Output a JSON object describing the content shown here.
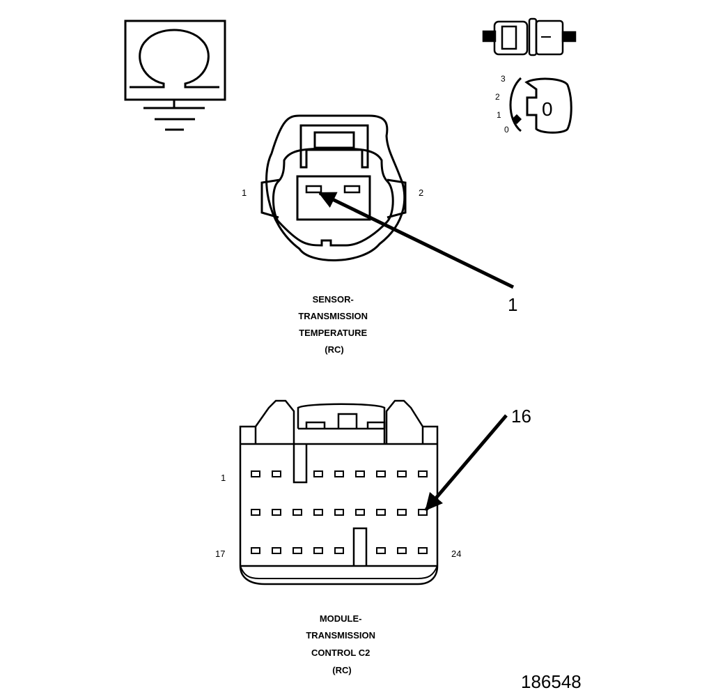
{
  "ohmmeter": {
    "symbol": "Ω"
  },
  "ignition": {
    "positions": [
      "3",
      "2",
      "1",
      "0"
    ],
    "key_position": "0"
  },
  "sensor_connector": {
    "pin_left": "1",
    "pin_right": "2",
    "callout": "1",
    "caption": [
      "SENSOR-",
      "TRANSMISSION",
      "TEMPERATURE",
      "(RC)"
    ]
  },
  "module_connector": {
    "pin_top_left": "1",
    "pin_bottom_left": "17",
    "pin_bottom_right": "24",
    "callout": "16",
    "caption": [
      "MODULE-",
      "TRANSMISSION",
      "CONTROL C2",
      "(RC)"
    ]
  },
  "figure_id": "186548",
  "colors": {
    "line": "#000000",
    "background": "#ffffff"
  }
}
